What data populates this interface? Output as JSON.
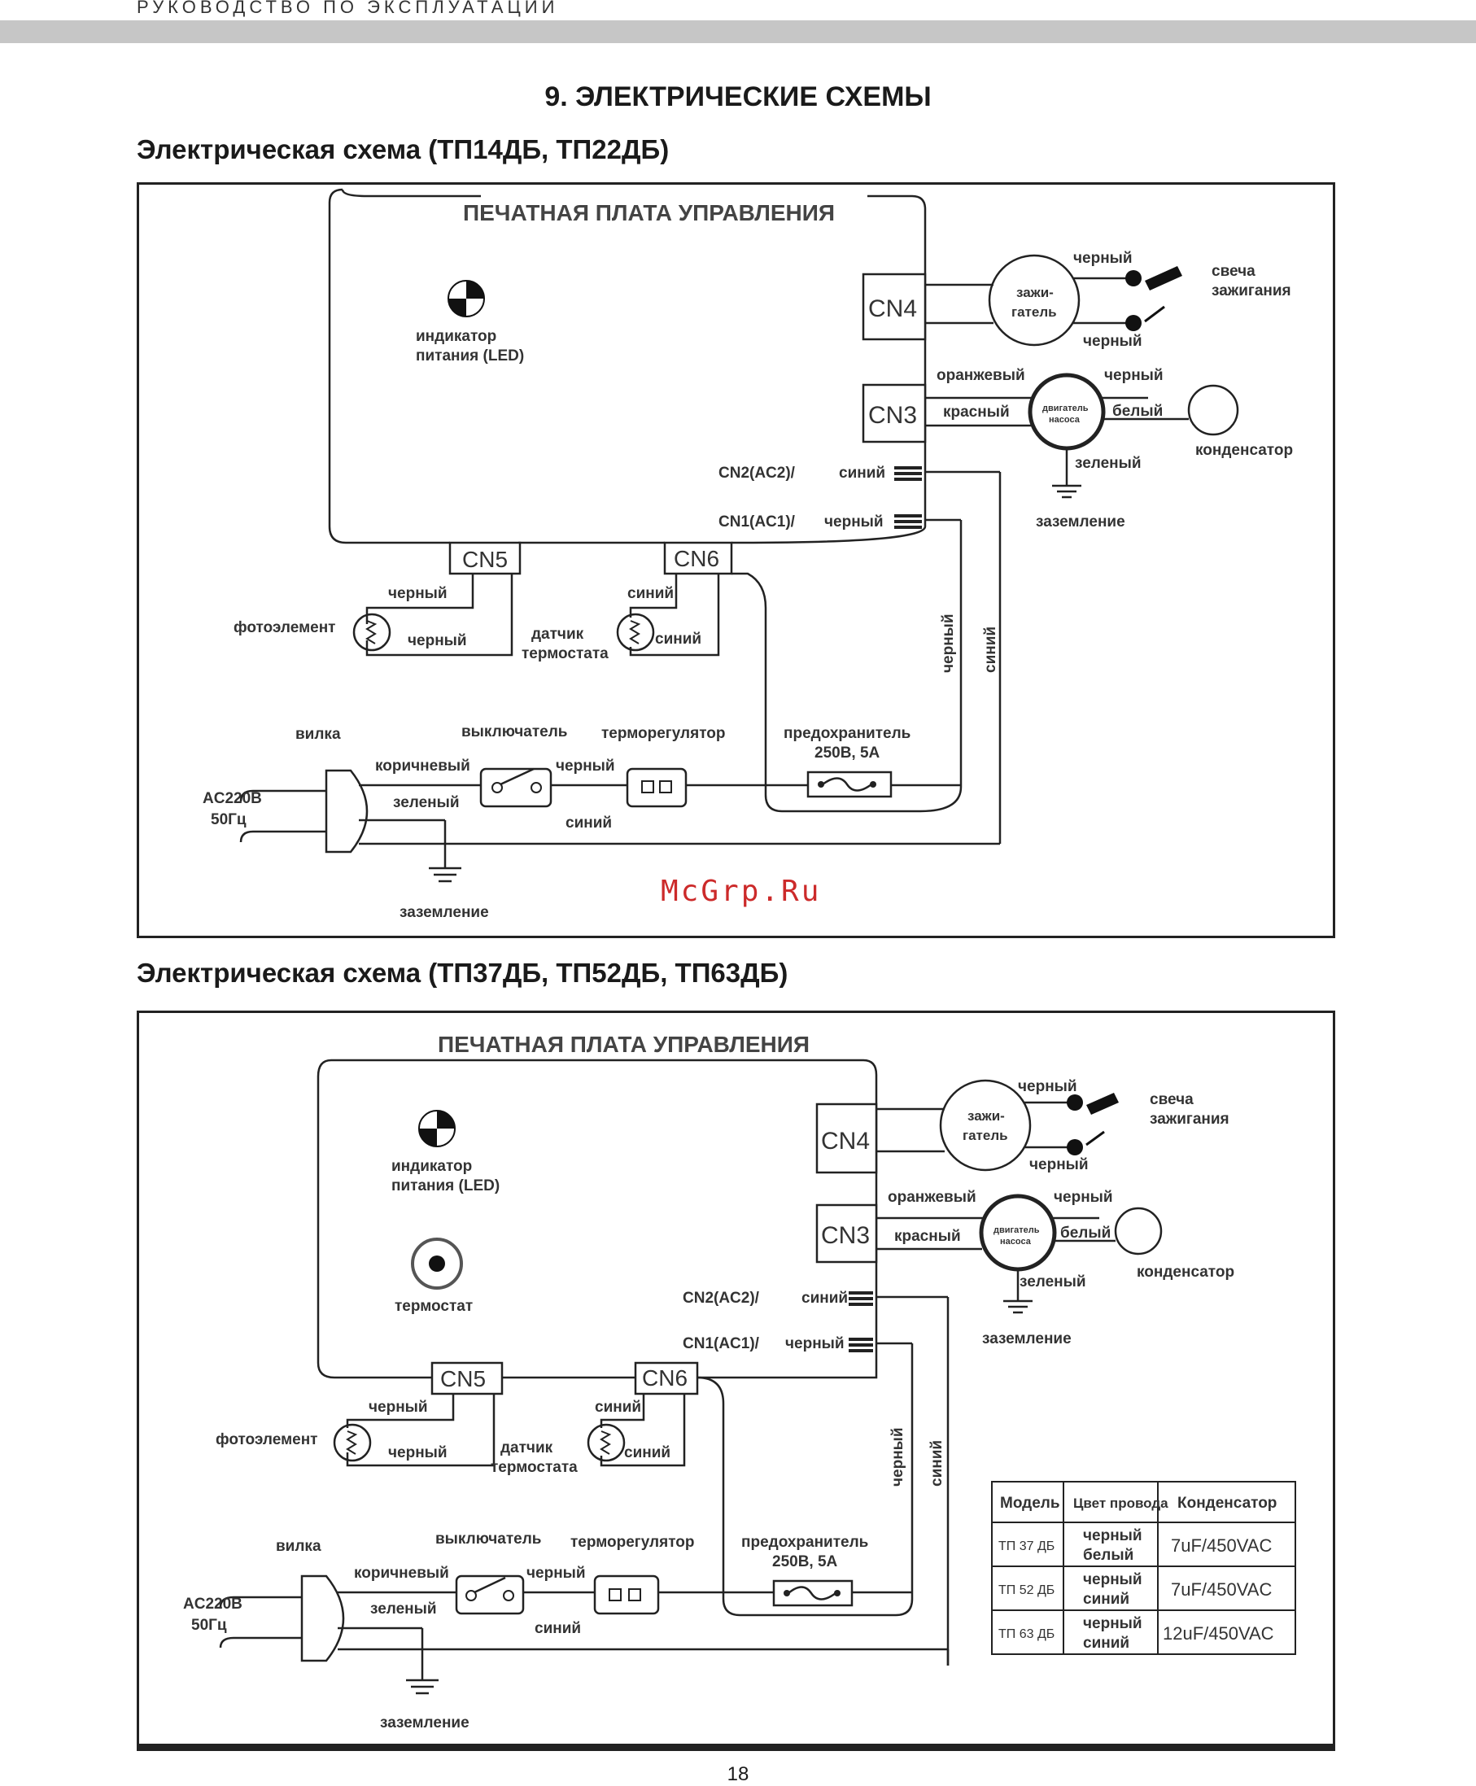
{
  "header": {
    "text": "РУКОВОДСТВО ПО ЭКСПЛУАТАЦИИ"
  },
  "section_title": "9. ЭЛЕКТРИЧЕСКИЕ СХЕМЫ",
  "diagram1": {
    "title": "Электрическая схема (ТП14ДБ, ТП22ДБ)",
    "board_title": "ПЕЧАТНАЯ ПЛАТА УПРАВЛЕНИЯ",
    "led_label_1": "индикатор",
    "led_label_2": "питания (LED)",
    "cn4": "CN4",
    "cn3": "CN3",
    "cn5": "CN5",
    "cn6": "CN6",
    "cn2_label": "CN2(AC2)/",
    "cn2_wire": "синий",
    "cn1_label": "CN1(AC1)/",
    "cn1_wire": "черный",
    "igniter_1": "зажи-",
    "igniter_2": "гатель",
    "igniter_wire_top": "черный",
    "igniter_wire_bottom": "черный",
    "spark_1": "свеча",
    "spark_2": "зажигания",
    "motor_1": "двигатель",
    "motor_2": "насоса",
    "wire_orange": "оранжевый",
    "wire_red": "красный",
    "wire_black": "черный",
    "wire_white": "белый",
    "wire_green": "зеленый",
    "capacitor": "конденсатор",
    "ground": "заземление",
    "photo_wire_top": "черный",
    "photo_wire_bottom": "черный",
    "photocell": "фотоэлемент",
    "sensor_wire_top": "синий",
    "sensor_wire_bottom": "синий",
    "sensor_1": "датчик",
    "sensor_2": "термостата",
    "vert_black": "черный",
    "vert_blue": "синий",
    "plug": "вилка",
    "ac_1": "AC220B",
    "ac_2": "50Гц",
    "wire_brown": "коричневый",
    "wire_plug_green": "зеленый",
    "switch": "выключатель",
    "switch_wire": "черный",
    "thermostat": "терморегулятор",
    "fuse_1": "предохранитель",
    "fuse_2": "250В, 5А",
    "wire_blue_bottom": "синий",
    "ground_bottom": "заземление"
  },
  "diagram2": {
    "title": "Электрическая схема (ТП37ДБ, ТП52ДБ, ТП63ДБ)",
    "board_title": "ПЕЧАТНАЯ ПЛАТА УПРАВЛЕНИЯ",
    "led_label_1": "индикатор",
    "led_label_2": "питания (LED)",
    "thermostat_knob": "термостат",
    "cn4": "CN4",
    "cn3": "CN3",
    "cn5": "CN5",
    "cn6": "CN6",
    "cn2_label": "CN2(AC2)/",
    "cn2_wire": "синий",
    "cn1_label": "CN1(AC1)/",
    "cn1_wire": "черный",
    "igniter_1": "зажи-",
    "igniter_2": "гатель",
    "igniter_wire_top": "черный",
    "igniter_wire_bottom": "черный",
    "spark_1": "свеча",
    "spark_2": "зажигания",
    "motor_1": "двигатель",
    "motor_2": "насоса",
    "wire_orange": "оранжевый",
    "wire_red": "красный",
    "wire_black": "черный",
    "wire_white": "белый",
    "wire_green": "зеленый",
    "capacitor": "конденсатор",
    "ground": "заземление",
    "photo_wire_top": "черный",
    "photo_wire_bottom": "черный",
    "photocell": "фотоэлемент",
    "sensor_wire_top": "синий",
    "sensor_wire_bottom": "синий",
    "sensor_1": "датчик",
    "sensor_2": "термостата",
    "vert_black": "черный",
    "vert_blue": "синий",
    "plug": "вилка",
    "ac_1": "AC220B",
    "ac_2": "50Гц",
    "wire_brown": "коричневый",
    "wire_plug_green": "зеленый",
    "switch": "выключатель",
    "switch_wire": "черный",
    "thermostat": "терморегулятор",
    "fuse_1": "предохранитель",
    "fuse_2": "250В, 5А",
    "wire_blue_bottom": "синий",
    "ground_bottom": "заземление",
    "table": {
      "headers": [
        "Модель",
        "Цвет провода",
        "Конденсатор"
      ],
      "rows": [
        {
          "model": "ТП 37 ДБ",
          "wire_1": "черный",
          "wire_2": "белый",
          "capacitor": "7uF/450VAC"
        },
        {
          "model": "ТП 52 ДБ",
          "wire_1": "черный",
          "wire_2": "синий",
          "capacitor": "7uF/450VAC"
        },
        {
          "model": "ТП 63 ДБ",
          "wire_1": "черный",
          "wire_2": "синий",
          "capacitor": "12uF/450VAC"
        }
      ]
    }
  },
  "watermark": "McGrp.Ru",
  "page_number": "18"
}
